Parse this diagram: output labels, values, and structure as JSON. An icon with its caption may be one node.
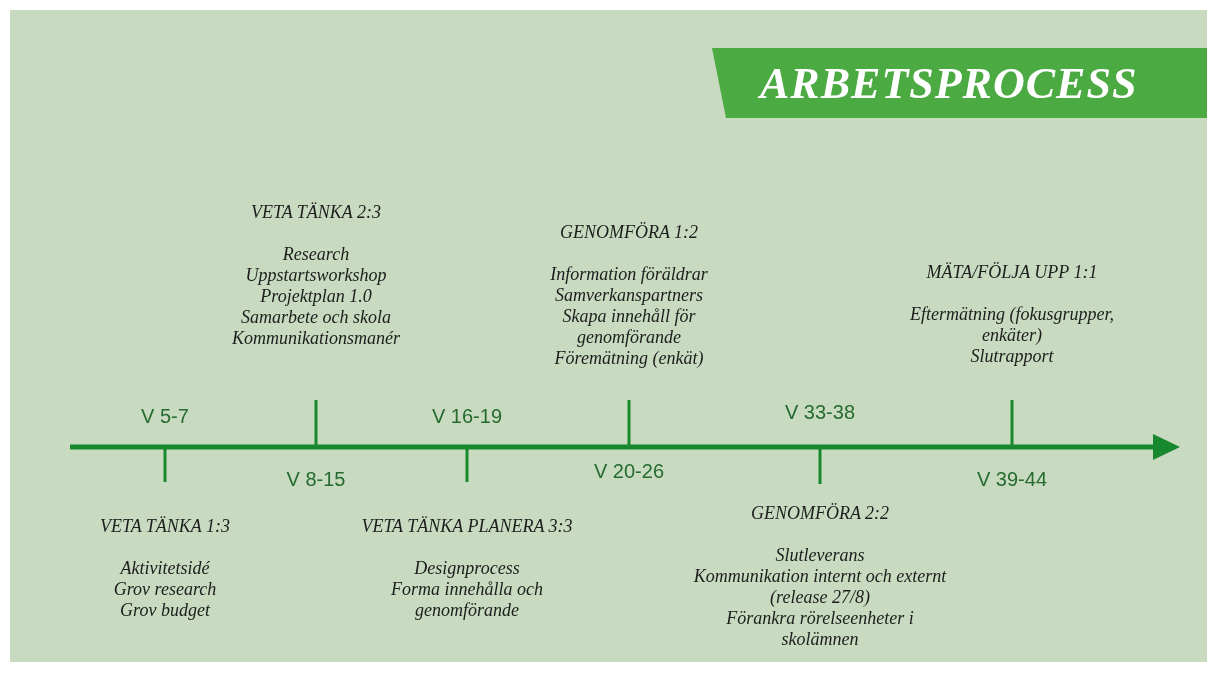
{
  "diagram": {
    "title": "ARBETSPROCESS",
    "nodes": [
      {
        "text": [
          "VETA TÄNKA 1:3",
          "Aktivitetsidé",
          "Grov research",
          "Grov budget"
        ]
      },
      {
        "text": [
          "VETA TÄNKA 2:3",
          "Research",
          "Uppstartsworkshop",
          "Projektplan 1.0",
          "Samarbete och skola",
          "Kommunikationsmanér"
        ]
      },
      {
        "text": [
          "VETA TÄNKA PLANERA 3:3",
          "Designprocess",
          "Forma innehålla och genomförande"
        ]
      },
      {
        "text": [
          "GENOMFÖRA 1:2",
          "Information föräldrar",
          "Samverkanspartners",
          "Skapa innehåll för genomförande",
          "Föremätning (enkät)"
        ]
      },
      {
        "text": [
          "GENOMFÖRA 2:2",
          "Slutleverans",
          "Kommunikation internt och externt (release 27/8)",
          "Förankra rörelseenheter i skolämnen"
        ]
      },
      {
        "text": [
          "MÄTA/FÖLJA UPP 1:1",
          "Eftermätning (fokusgrupper, enkäter)",
          "Slutrapport"
        ]
      }
    ],
    "labels": [
      "V 5-7",
      "V 8-15",
      "V 16-19",
      "V 20-26",
      "V 33-38",
      "V 39-44"
    ]
  }
}
